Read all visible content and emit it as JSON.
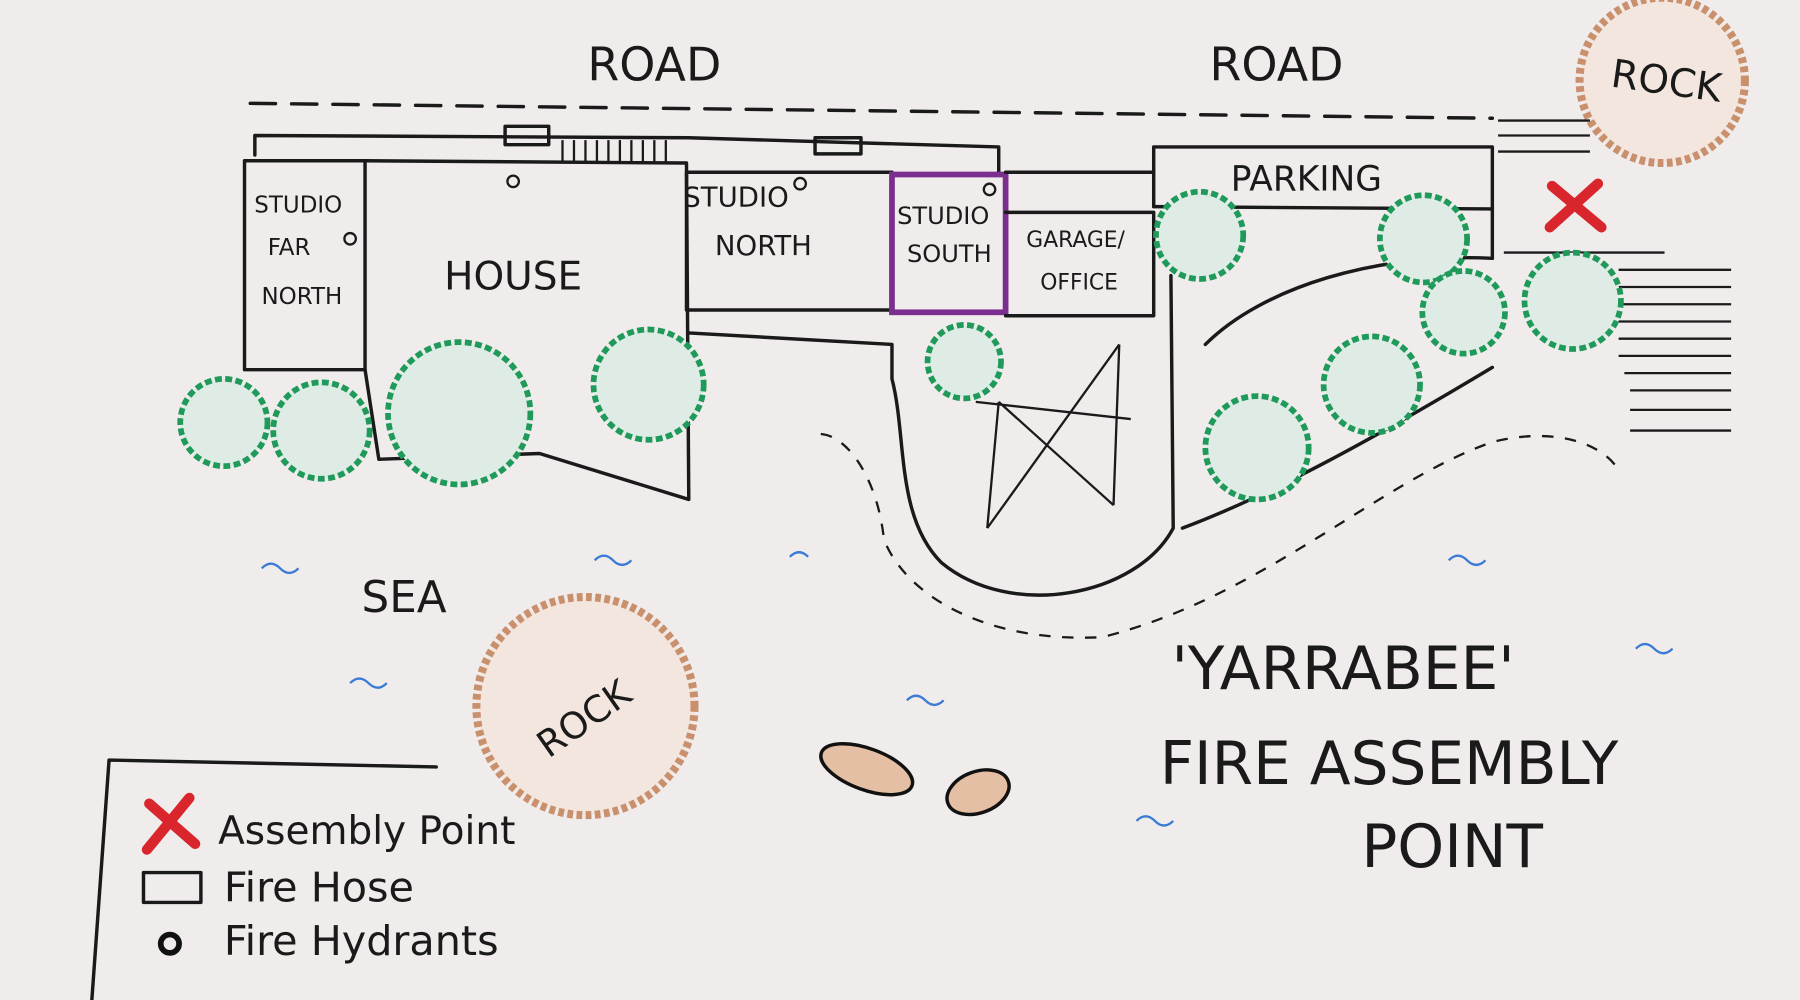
{
  "map": {
    "title_line1": "'YARRABEE'",
    "title_line2": "FIRE ASSEMBLY",
    "title_line3": "POINT",
    "road_left": "ROAD",
    "road_right": "ROAD",
    "rock_top": "ROCK",
    "rock_sea": "ROCK",
    "sea": "SEA",
    "buildings": {
      "studio_far_north": [
        "STUDIO",
        "FAR",
        "NORTH"
      ],
      "house": "HOUSE",
      "studio_north": [
        "STUDIO",
        "NORTH"
      ],
      "studio_south": [
        "STUDIO",
        "SOUTH"
      ],
      "garage_office": [
        "GARAGE/",
        "OFFICE"
      ],
      "parking": "PARKING"
    }
  },
  "legend": {
    "assembly_point": "Assembly Point",
    "fire_hose": "Fire Hose",
    "fire_hydrants": "Fire Hydrants"
  },
  "colors": {
    "assembly": "#d9262c",
    "tree": "#1f9a5a",
    "rock": "#c9906d",
    "studio_south": "#7a2f8f",
    "water": "#3a7bd5"
  }
}
